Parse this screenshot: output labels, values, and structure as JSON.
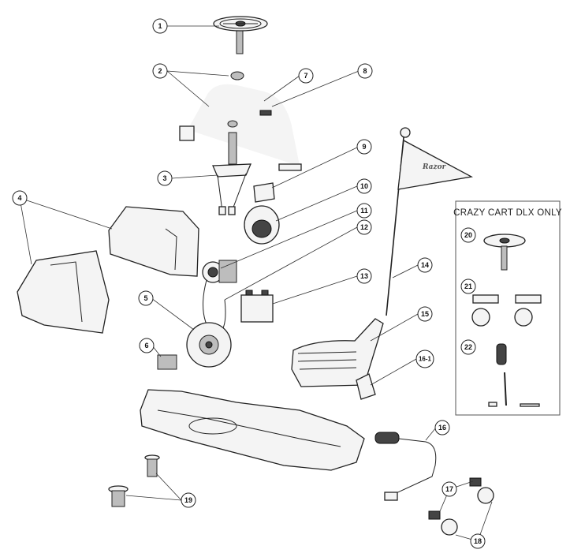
{
  "inset": {
    "title": "CRAZY CART DLX ONLY"
  },
  "flag_label": "Razor",
  "callouts": {
    "c1": "1",
    "c2": "2",
    "c3": "3",
    "c4": "4",
    "c5": "5",
    "c6": "6",
    "c7": "7",
    "c8": "8",
    "c9": "9",
    "c10": "10",
    "c11": "11",
    "c12": "12",
    "c13": "13",
    "c14": "14",
    "c15": "15",
    "c16_1": "16-1",
    "c16": "16",
    "c17": "17",
    "c18": "18",
    "c19": "19",
    "c20": "20",
    "c21": "21",
    "c22": "22"
  }
}
